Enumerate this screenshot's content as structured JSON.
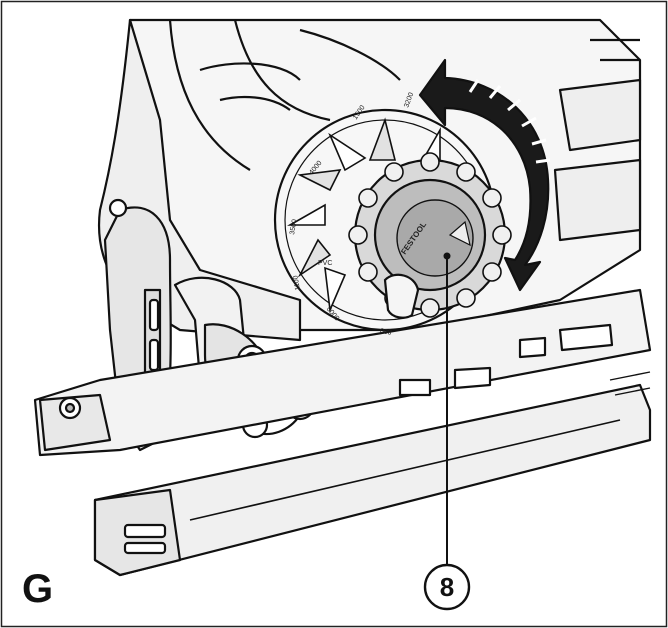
{
  "figure": {
    "letter": "G",
    "callout_number": "8",
    "dial_labels": [
      "3200",
      "1500",
      "4000",
      "3500",
      "1100",
      "3000",
      "800"
    ],
    "dial_symbol": "PVC",
    "knob_brand": "FESTOOL"
  }
}
